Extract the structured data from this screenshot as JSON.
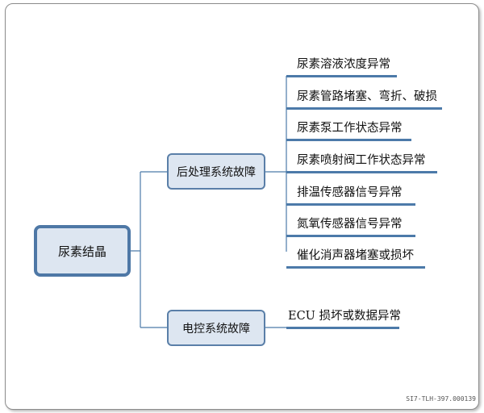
{
  "diagram": {
    "root": "尿素结晶",
    "branches": [
      {
        "label": "后处理系统故障",
        "leaves": [
          "尿素溶液浓度异常",
          "尿素管路堵塞、弯折、破损",
          "尿素泵工作状态异常",
          "尿素喷射阀工作状态异常",
          "排温传感器信号异常",
          "氮氧传感器信号异常",
          "催化消声器堵塞或损坏"
        ]
      },
      {
        "label": "电控系统故障",
        "leaves": [
          "ECU 损坏或数据异常"
        ]
      }
    ]
  },
  "watermark": "SI7-TLH-397.000139",
  "colors": {
    "box_fill": "#dde6f1",
    "box_border": "#4e78a6",
    "line": "#4c7aa9"
  }
}
